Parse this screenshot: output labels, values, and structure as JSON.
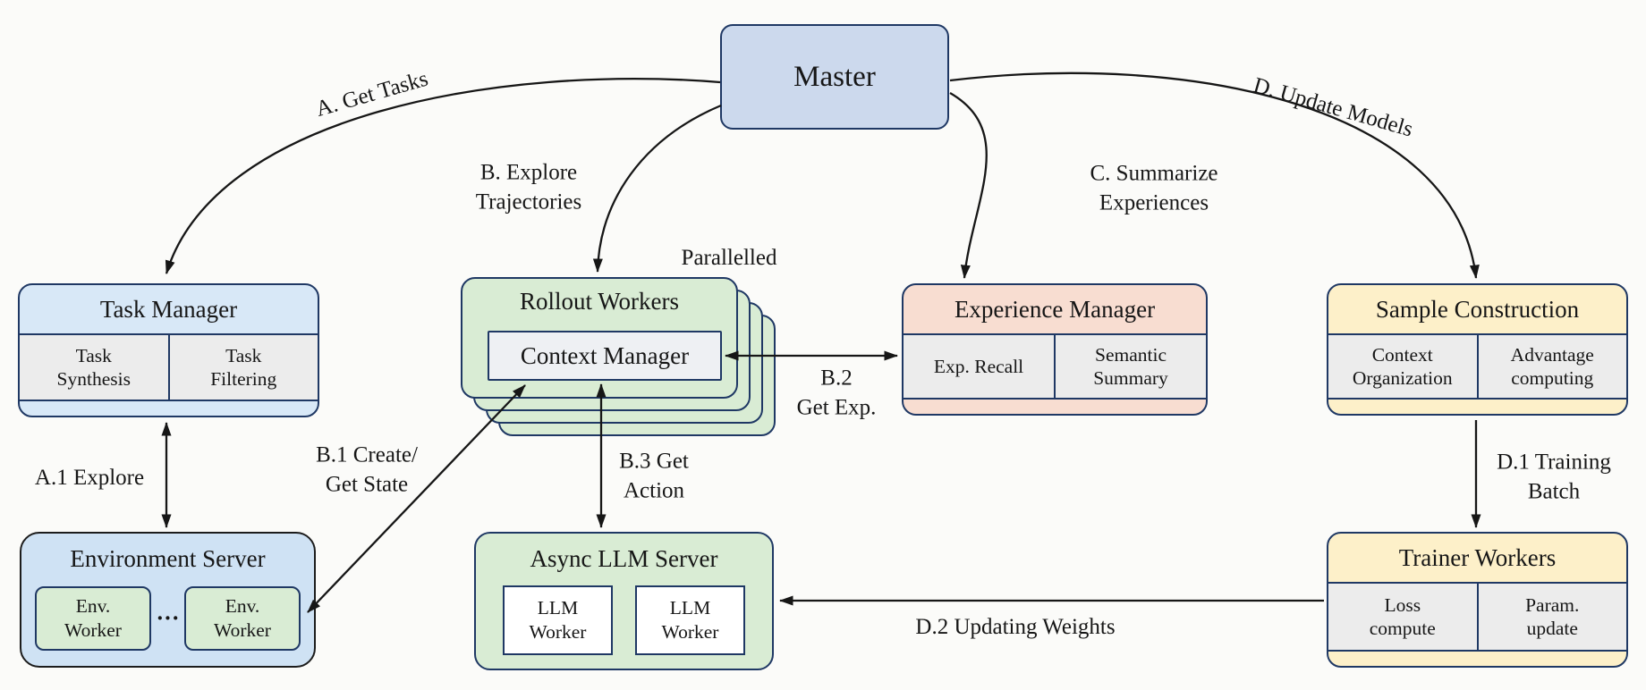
{
  "palette": {
    "bg": "#fbfbf9",
    "ink": "#161616",
    "navy": "#1f3864",
    "master_fill": "#ccd9ed",
    "task_blue": "#d8e8f7",
    "env_blue": "#cfe2f4",
    "green": "#d9ecd4",
    "pink": "#f8ddd1",
    "yellow": "#fdf0c9",
    "grey": "#ececec",
    "context_grey": "#eef0f3",
    "white": "#ffffff",
    "env_border": "#1c1c1c"
  },
  "nodes": {
    "master": {
      "title": "Master"
    },
    "task_manager": {
      "title": "Task Manager",
      "cell1_line1": "Task",
      "cell1_line2": "Synthesis",
      "cell2_line1": "Task",
      "cell2_line2": "Filtering"
    },
    "rollout_workers": {
      "title": "Rollout Workers",
      "inner": "Context Manager",
      "note": "Parallelled"
    },
    "experience_manager": {
      "title": "Experience Manager",
      "cell1_line1": "Exp. Recall",
      "cell2_line1": "Semantic",
      "cell2_line2": "Summary"
    },
    "sample_construction": {
      "title": "Sample Construction",
      "cell1_line1": "Context",
      "cell1_line2": "Organization",
      "cell2_line1": "Advantage",
      "cell2_line2": "computing"
    },
    "environment_server": {
      "title": "Environment Server",
      "worker1_line1": "Env.",
      "worker1_line2": "Worker",
      "worker2_line1": "Env.",
      "worker2_line2": "Worker",
      "ellipsis": "···"
    },
    "async_llm_server": {
      "title": "Async LLM Server",
      "worker1_line1": "LLM",
      "worker1_line2": "Worker",
      "worker2_line1": "LLM",
      "worker2_line2": "Worker"
    },
    "trainer_workers": {
      "title": "Trainer Workers",
      "cell1_line1": "Loss",
      "cell1_line2": "compute",
      "cell2_line1": "Param.",
      "cell2_line2": "update"
    }
  },
  "edges": {
    "a": "A. Get Tasks",
    "b_line1": "B. Explore",
    "b_line2": "Trajectories",
    "c_line1": "C. Summarize",
    "c_line2": "Experiences",
    "d": "D. Update Models",
    "a1": "A.1 Explore",
    "b1_line1": "B.1 Create/",
    "b1_line2": "Get State",
    "b2_line1": "B.2",
    "b2_line2": "Get Exp.",
    "b3_line1": "B.3 Get",
    "b3_line2": "Action",
    "d1_line1": "D.1 Training",
    "d1_line2": "Batch",
    "d2": "D.2 Updating Weights"
  }
}
